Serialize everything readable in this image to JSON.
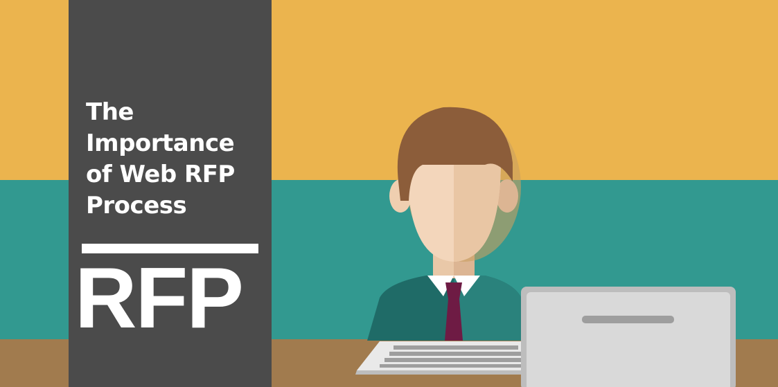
{
  "headline": "The Importance of Web RFP Process",
  "big_word": "RFP",
  "colors": {
    "background_top": "#ebb44e",
    "background_middle": "#329990",
    "desk": "#a17b4e",
    "panel": "#4b4b4b",
    "text": "#ffffff"
  },
  "illustration": {
    "figure": "person-at-laptop",
    "icons": [
      "person-icon",
      "laptop-icon",
      "keyboard-icon"
    ]
  }
}
